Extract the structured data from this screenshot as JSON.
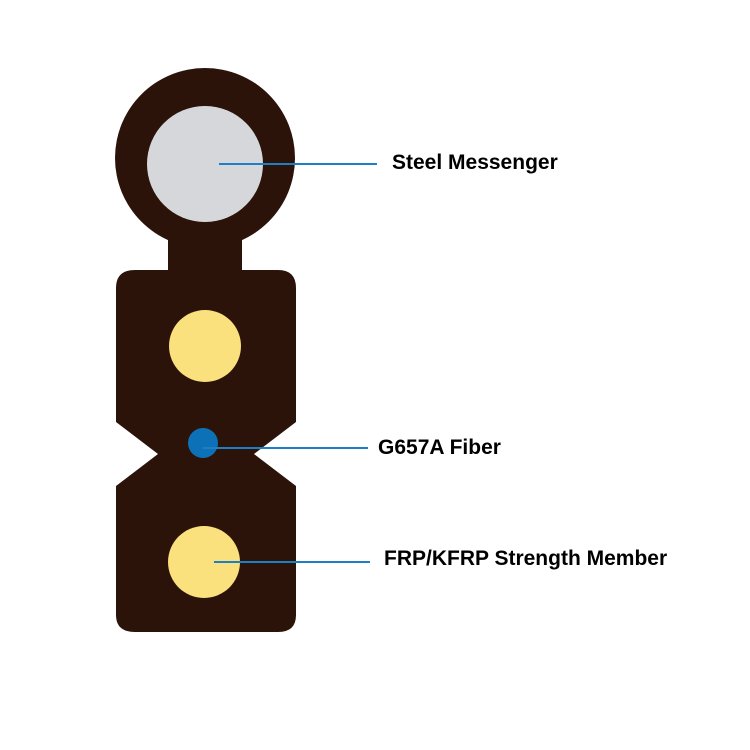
{
  "labels": {
    "steel_messenger": "Steel Messenger",
    "fiber": "G657A Fiber",
    "strength_member": "FRP/KFRP Strength Member"
  },
  "colors": {
    "jacket": "#2b1309",
    "steel": "#d6d7da",
    "strength_member": "#fbe07e",
    "fiber": "#0d71b8",
    "leader_line": "#1e7fc4",
    "text": "#000000",
    "background": "#ffffff"
  }
}
